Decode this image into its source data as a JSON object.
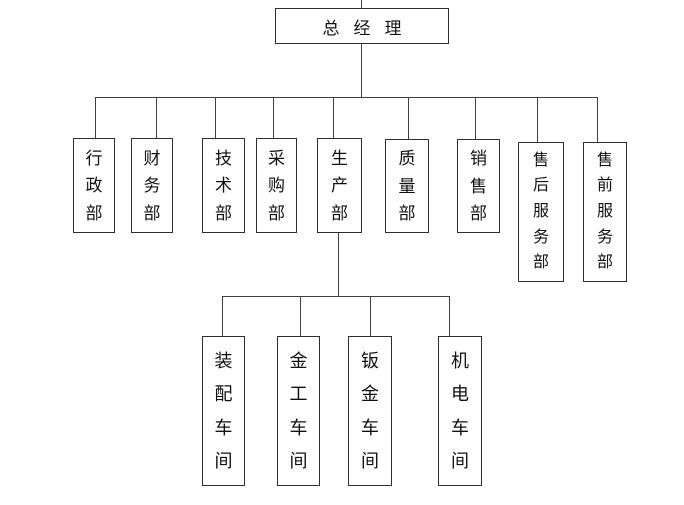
{
  "chart": {
    "type": "org-chart",
    "root": {
      "label": "总经理"
    },
    "departments": [
      {
        "label": "行政部"
      },
      {
        "label": "财务部"
      },
      {
        "label": "技术部"
      },
      {
        "label": "采购部"
      },
      {
        "label": "生产部"
      },
      {
        "label": "质量部"
      },
      {
        "label": "销售部"
      },
      {
        "label": "售后服务部"
      },
      {
        "label": "售前服务部"
      }
    ],
    "workshops_parent": "生产部",
    "workshops": [
      {
        "label": "装配车间"
      },
      {
        "label": "金工车间"
      },
      {
        "label": "钣金车间"
      },
      {
        "label": "机电车间"
      }
    ],
    "colors": {
      "background": "#ffffff",
      "box_border": "#2e2e2e",
      "connector_line": "#3f3f3f",
      "text": "#111111"
    }
  }
}
